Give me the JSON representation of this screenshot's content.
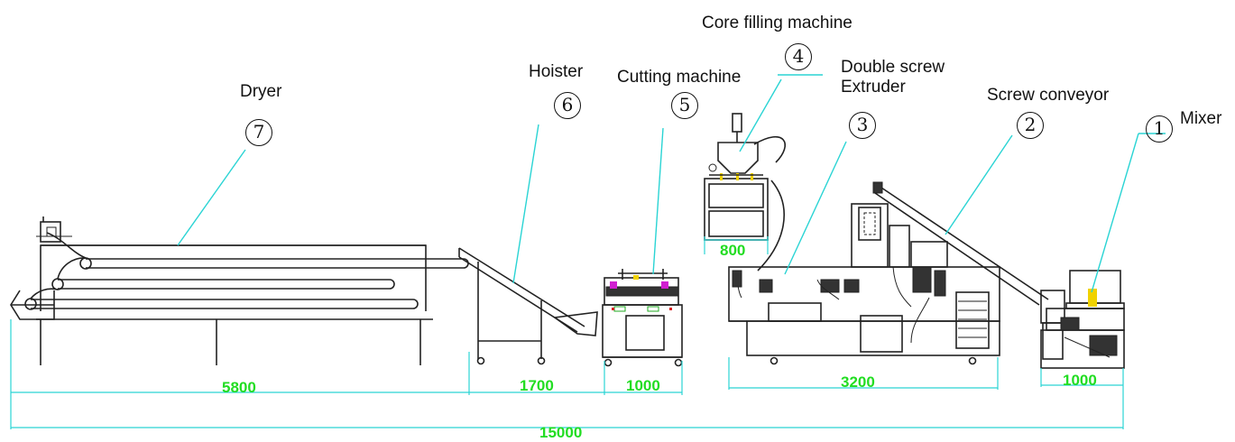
{
  "labels": {
    "core_filling": "Core filling machine",
    "hoister": "Hoister",
    "cutting": "Cutting machine",
    "extruder_l1": "Double screw",
    "extruder_l2": "Extruder",
    "screw_conveyor": "Screw conveyor",
    "mixer": "Mixer",
    "dryer": "Dryer"
  },
  "numbers": {
    "n1": "1",
    "n2": "2",
    "n3": "3",
    "n4": "4",
    "n5": "5",
    "n6": "6",
    "n7": "7"
  },
  "dimensions": {
    "dryer": "5800",
    "hoister": "1700",
    "cutting": "1000",
    "core_filling": "800",
    "extruder": "3200",
    "mixer": "1000",
    "total": "15000"
  },
  "colors": {
    "leader": "#2ad4d4",
    "dimension_text": "#22dd22",
    "line": "#222222"
  }
}
